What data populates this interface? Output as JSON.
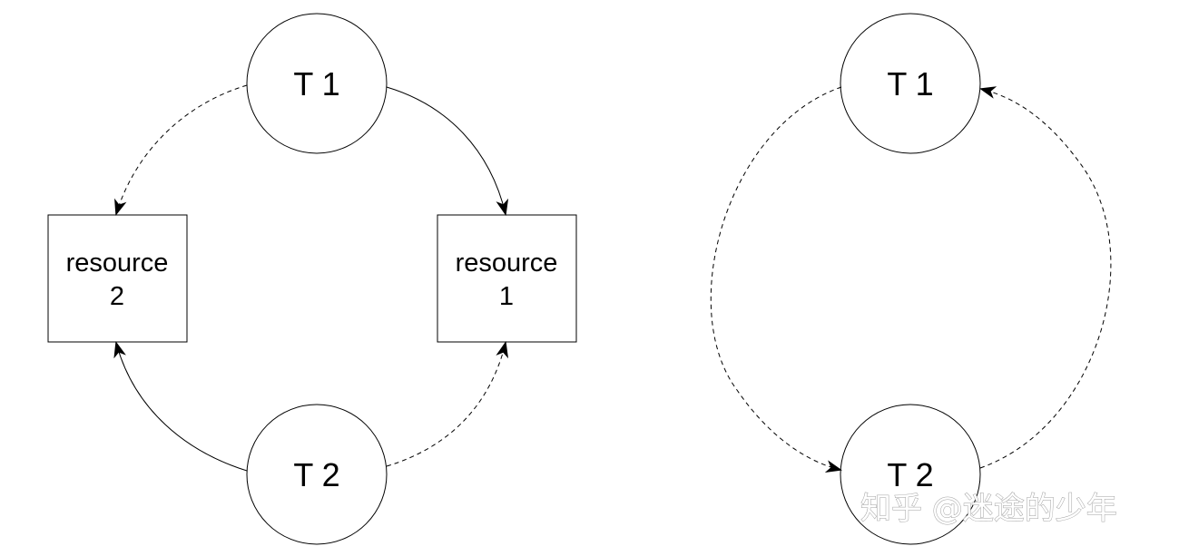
{
  "left_graph": {
    "t1_label": "T 1",
    "t2_label": "T 2",
    "resource2": {
      "line1": "resource",
      "line2": "2"
    },
    "resource1": {
      "line1": "resource",
      "line2": "1"
    }
  },
  "right_graph": {
    "t1_label": "T 1",
    "t2_label": "T 2"
  },
  "watermark": "知乎 @迷途的少年",
  "colors": {
    "stroke": "#000000",
    "background": "#ffffff"
  }
}
